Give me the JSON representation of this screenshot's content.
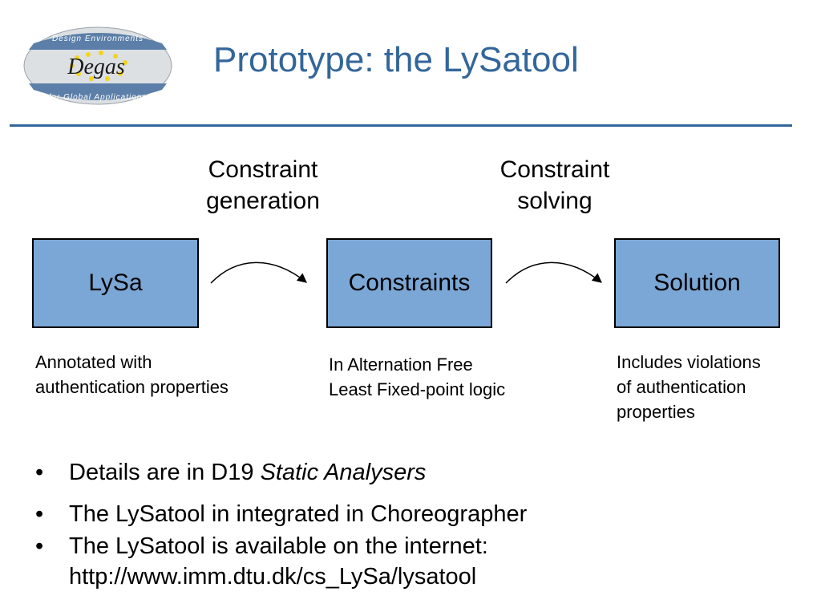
{
  "header": {
    "title": "Prototype: the LySatool",
    "logo": {
      "top_text": "Design Environments",
      "center_text": "Degas",
      "bottom_text": "for Global Applications",
      "colors": {
        "banner": "#5b7fa8",
        "background": "#dce0e3",
        "stars": "#f2d51b"
      }
    }
  },
  "diagram": {
    "steps": [
      {
        "line1": "Constraint",
        "line2": "generation"
      },
      {
        "line1": "Constraint",
        "line2": "solving"
      }
    ],
    "nodes": [
      {
        "label": "LySa",
        "desc_lines": [
          "Annotated with",
          "authentication properties"
        ]
      },
      {
        "label": "Constraints",
        "desc_lines": [
          "In Alternation Free",
          "Least Fixed-point logic"
        ]
      },
      {
        "label": "Solution",
        "desc_lines": [
          "Includes violations",
          "of authentication",
          "properties"
        ]
      }
    ],
    "colors": {
      "box_fill": "#7ba7d6",
      "box_border": "#000000",
      "title": "#33669a"
    }
  },
  "bullets": {
    "marker": "•",
    "items": [
      {
        "text": "Details are in D19 ",
        "italic": "Static Analysers"
      },
      {
        "text": "The LySatool in integrated in Choreographer"
      },
      {
        "line1": "The LySatool is available on the internet:",
        "line2": "http://www.imm.dtu.dk/cs_LySa/lysatool"
      }
    ]
  }
}
